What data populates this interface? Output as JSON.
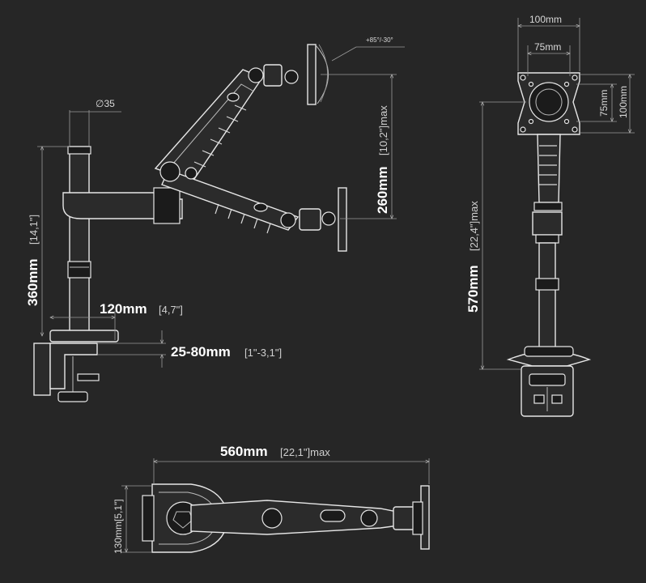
{
  "labels": {
    "diameter": "∅35",
    "height_bold": "360mm",
    "height_inch": "[14,1\"]",
    "base_bold": "120mm",
    "base_inch": "[4,7\"]",
    "clamp_bold": "25-80mm",
    "clamp_inch": "[1\"-3,1\"]",
    "travel_bold": "260mm",
    "travel_inch": "[10,2\"]max",
    "tilt": "+85°/-30°",
    "vesa_outer_top": "100mm",
    "vesa_inner_top": "75mm",
    "vesa_inner_side": "75mm",
    "vesa_outer_side": "100mm",
    "front_height_bold": "570mm",
    "front_height_inch": "[22,4\"]max",
    "reach_bold": "560mm",
    "reach_inch": "[22,1\"]max",
    "depth": "130mm[5,1\"]"
  }
}
